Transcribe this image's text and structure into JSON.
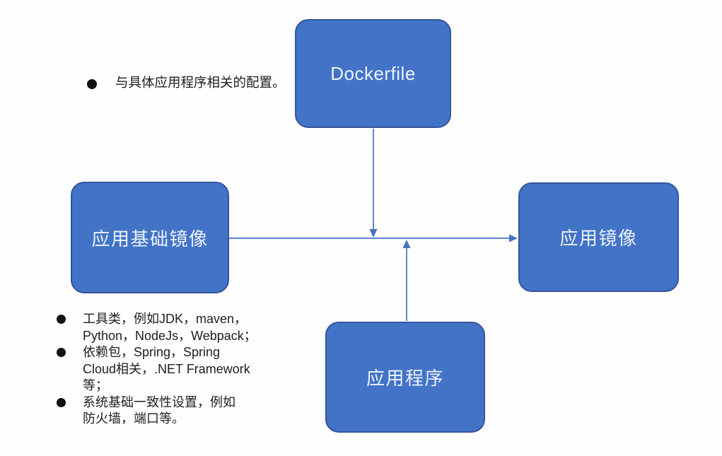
{
  "diagram": {
    "nodes": {
      "dockerfile": {
        "label": "Dockerfile"
      },
      "app_base_image": {
        "label": "应用基础镜像"
      },
      "app_image": {
        "label": "应用镜像"
      },
      "app_program": {
        "label": "应用程序"
      }
    },
    "edges": [
      {
        "id": "dockerfile-to-flow",
        "from": "dockerfile",
        "to": "build-flow-junction",
        "direction": "down"
      },
      {
        "id": "base-image-to-app-image",
        "from": "app_base_image",
        "to": "app_image",
        "direction": "right"
      },
      {
        "id": "app-program-to-flow",
        "from": "app_program",
        "to": "build-flow-junction",
        "direction": "up"
      }
    ],
    "notes": {
      "dockerfile_note": {
        "lines": [
          "与具体应用程序相关的配置。"
        ]
      },
      "base_image_notes": [
        {
          "lines": [
            "工具类，例如JDK，maven，",
            "Python，NodeJs，Webpack；"
          ]
        },
        {
          "lines": [
            "依赖包，Spring，Spring",
            "Cloud相关，.NET Framework",
            "等；"
          ]
        },
        {
          "lines": [
            "系统基础一致性设置，例如",
            "防火墙，端口等。"
          ]
        }
      ]
    },
    "colors": {
      "node_fill": "#4273C7",
      "node_border": "#35559C",
      "node_text": "#EDF3FC",
      "arrow": "#4673C4",
      "note_text": "#1E1E1E",
      "note_bullet": "#111111",
      "background": "#FEFEFE"
    }
  }
}
